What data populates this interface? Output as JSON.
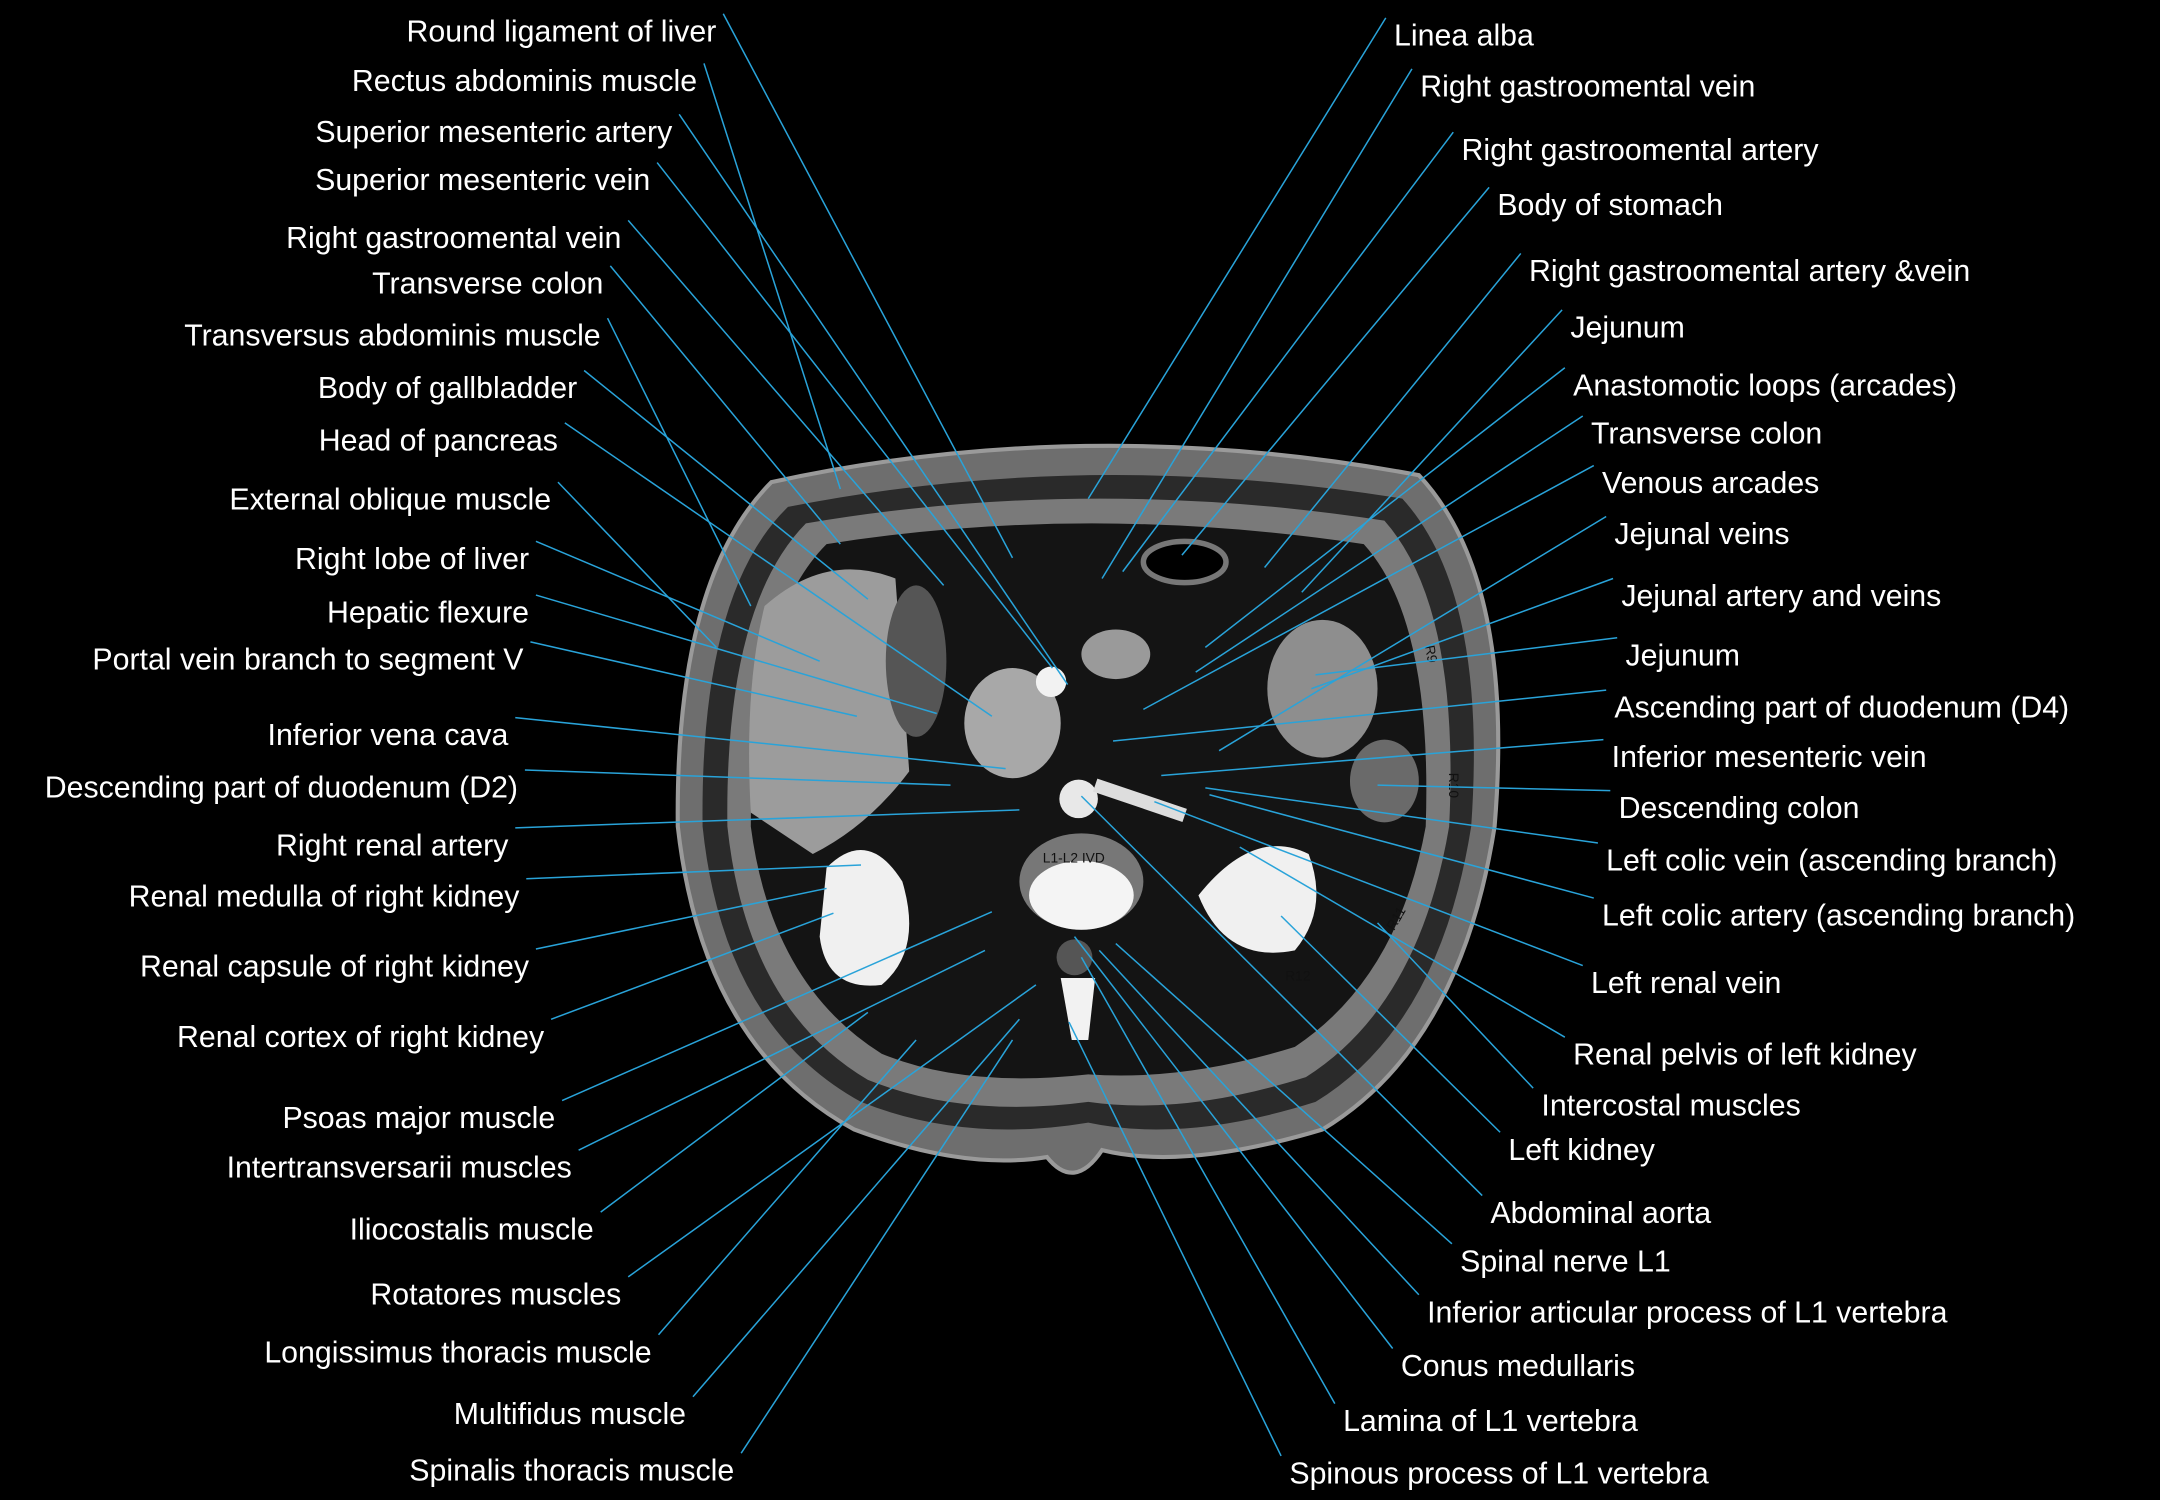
{
  "colors": {
    "background": "#000000",
    "leader_line": "#29a3d9",
    "label_text": "#ffffff"
  },
  "image_labels": {
    "vertebral_level": "L1-L2 IVD",
    "ribs": [
      "R9",
      "R10",
      "R11",
      "R12"
    ]
  },
  "left_labels": [
    "Round ligament of liver",
    "Rectus abdominis muscle",
    "Superior mesenteric artery",
    "Superior mesenteric vein",
    "Right gastroomental vein",
    "Transverse colon",
    "Transversus abdominis muscle",
    "Body of gallbladder",
    "Head of pancreas",
    "External oblique muscle",
    "Right lobe of liver",
    "Hepatic flexure",
    "Portal vein branch to segment V",
    "Inferior vena cava",
    "Descending part of duodenum (D2)",
    "Right renal artery",
    "Renal medulla of right kidney",
    "Renal capsule of right kidney",
    "Renal cortex of right kidney",
    "Psoas major muscle",
    "Intertransversarii muscles",
    "Iliocostalis muscle",
    "Rotatores muscles",
    "Longissimus thoracis muscle",
    "Multifidus muscle",
    "Spinalis thoracis muscle"
  ],
  "right_labels": [
    "Linea alba",
    "Right gastroomental vein",
    "Right gastroomental artery",
    "Body of stomach",
    "Right gastroomental artery &vein",
    "Jejunum",
    "Anastomotic loops (arcades)",
    "Transverse colon",
    "Venous arcades",
    "Jejunal veins",
    "Jejunal artery and veins",
    "Jejunum",
    "Ascending part of duodenum (D4)",
    "Inferior mesenteric vein",
    "Descending colon",
    "Left colic  vein (ascending  branch)",
    "Left colic  artery (ascending  branch)",
    "Left renal vein",
    "Renal pelvis of left kidney",
    "Intercostal muscles",
    "Left kidney",
    "Abdominal aorta",
    "Spinal nerve L1",
    "Inferior articular process of L1 vertebra",
    "Conus medullaris",
    "Lamina of L1 vertebra",
    "Spinous process of L1 vertebra"
  ]
}
